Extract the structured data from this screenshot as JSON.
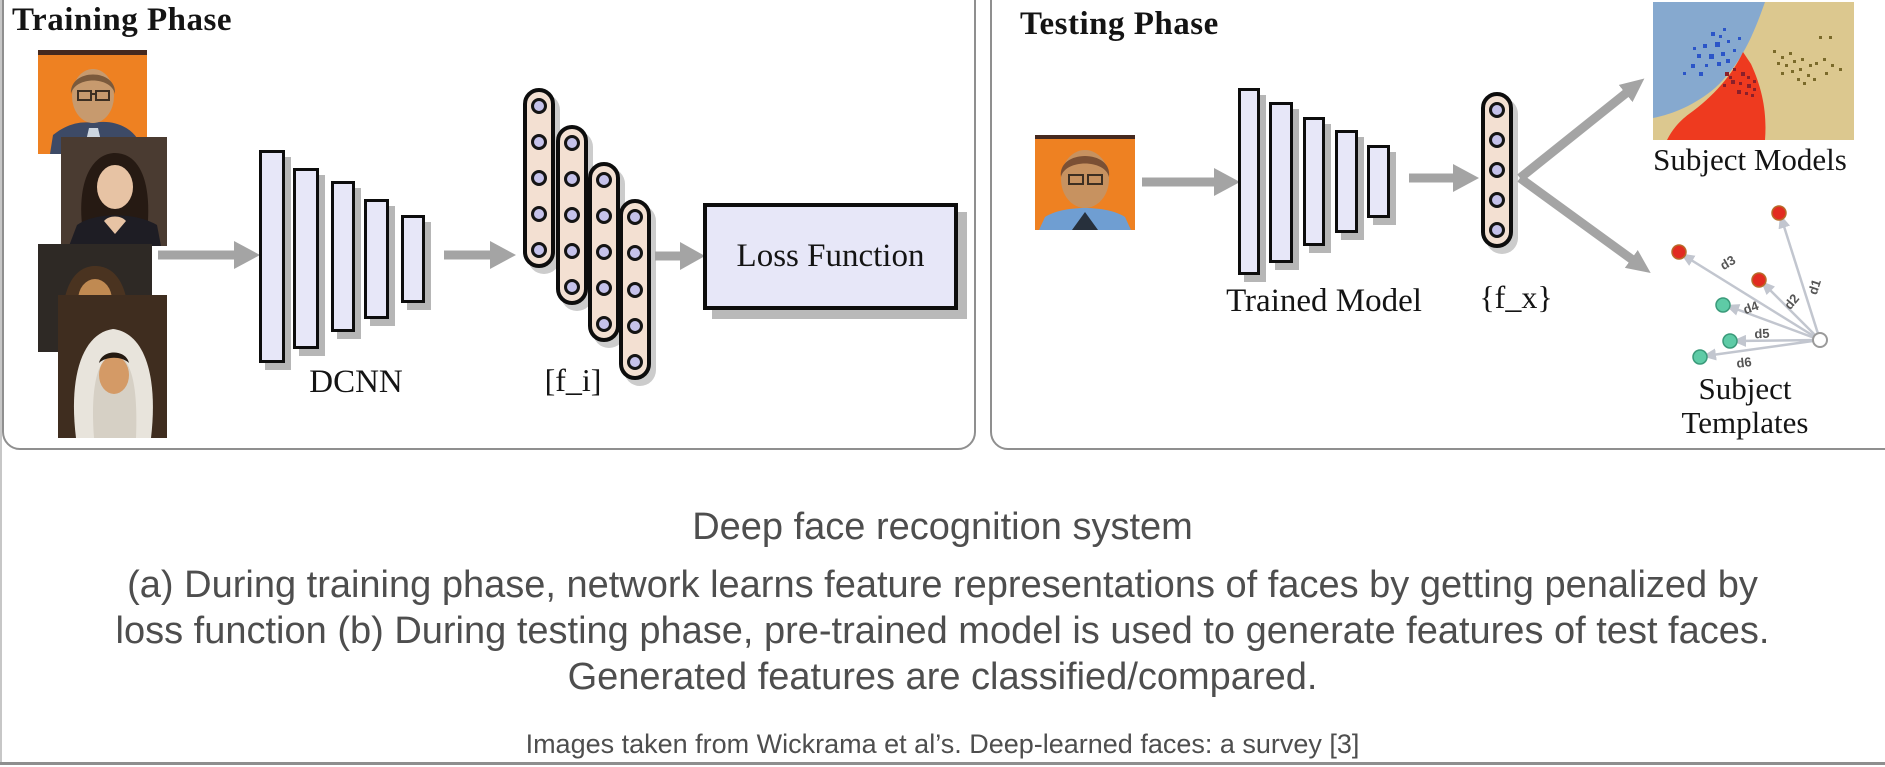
{
  "training": {
    "title": "Training Phase",
    "dcnn_label": "DCNN",
    "features_label": "[f_i]",
    "loss_label": "Loss Function"
  },
  "testing": {
    "title": "Testing Phase",
    "model_label": "Trained Model",
    "features_label": "{f_x}",
    "subject_models_label": "Subject Models",
    "subject_templates_line1": "Subject",
    "subject_templates_line2": "Templates",
    "distances": [
      "d1",
      "d2",
      "d3",
      "d4",
      "d5",
      "d6"
    ]
  },
  "caption": {
    "title": "Deep face recognition system",
    "line_a": "(a) During training phase, network learns feature representations of faces by getting penalized by",
    "line_b": "loss function (b) During testing phase, pre-trained model is used to generate features of test faces.",
    "line_c": "Generated features are classified/compared.",
    "credit": "Images taken from Wickrama et al’s. Deep-learned faces: a survey  [3]"
  },
  "colors": {
    "panel_border": "#8f8f8f",
    "layer_fill": "#e7e7f8",
    "capsule_fill": "#f3e0d2",
    "node_fill": "#c5c2ea",
    "arrow_gray": "#a4a4a4",
    "caption_text": "#4e4e4e",
    "model_region_blue": "#86a9cf",
    "model_region_red": "#ee3a1f",
    "model_region_tan": "#dcc88f",
    "template_point_red": "#e22b20",
    "template_point_green": "#5ecba6"
  }
}
